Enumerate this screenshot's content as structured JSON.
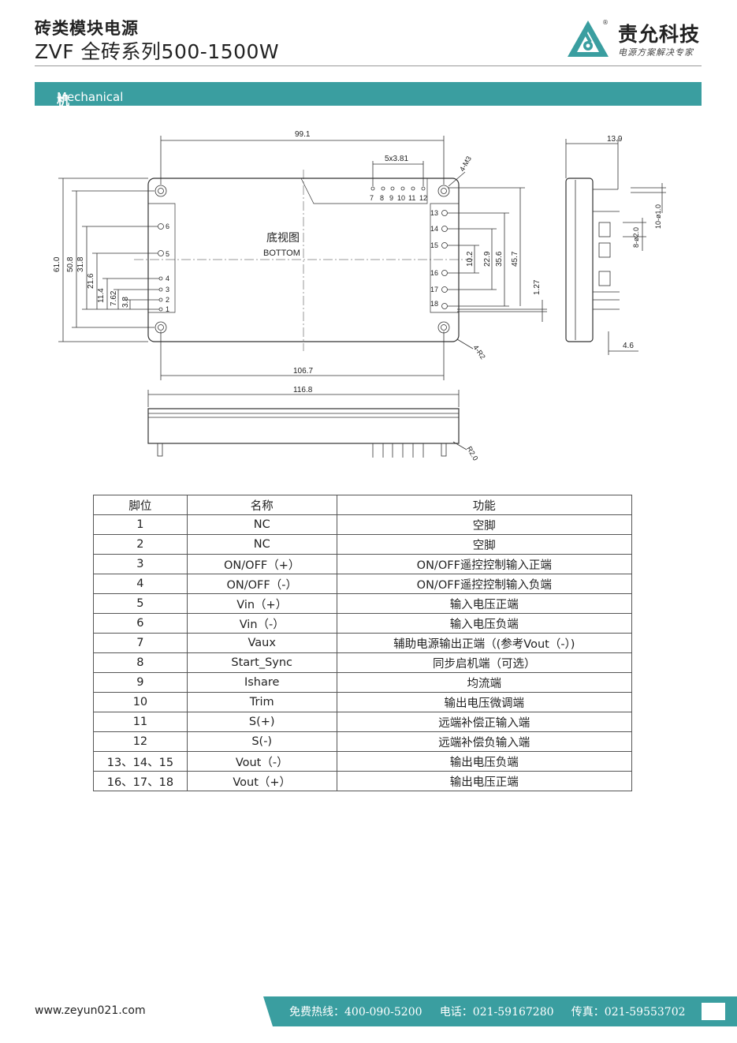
{
  "header": {
    "title_cn": "砖类模块电源",
    "title_model": "ZVF 全砖系列500-1500W",
    "brand": "责允科技",
    "slogan": "电源方案解决专家",
    "trademark": "®"
  },
  "section": {
    "title_cn": "机械尺寸图/",
    "title_en": "Mechanical Dimensions Figure"
  },
  "drawing": {
    "bottom_label_cn": "底视图",
    "bottom_label_en": "BOTTOM",
    "dims": {
      "width_outer": "99.1",
      "pin_pitch": "5x3.81",
      "mount_holes": "4-M3",
      "corner_radius": "4-R2",
      "hole_spacing": "106.7",
      "total_length": "116.8",
      "height_total": "61.0",
      "h_50_8": "50.8",
      "h_31_8": "31.8",
      "h_21_6": "21.6",
      "h_11_4": "11.4",
      "h_7_62": "7.62",
      "h_3_8": "3.8",
      "r_10_2": "10.2",
      "r_22_9": "22.9",
      "r_35_6": "35.6",
      "r_45_7": "45.7",
      "r_1_27": "1.27",
      "thickness": "13.9",
      "pin_d2": "8-ø2.0",
      "pin_d1": "10-ø1.0",
      "pin_len": "4.6",
      "side_radius": "R2.0"
    },
    "left_pins": [
      "6",
      "5",
      "4",
      "3",
      "2",
      "1"
    ],
    "right_pins": [
      "13",
      "14",
      "15",
      "16",
      "17",
      "18"
    ],
    "top_pins": [
      "7",
      "8",
      "9",
      "10",
      "11",
      "12"
    ]
  },
  "pin_table": {
    "headers": [
      "脚位",
      "名称",
      "功能"
    ],
    "rows": [
      {
        "pin": "1",
        "name": "NC",
        "func": "空脚"
      },
      {
        "pin": "2",
        "name": "NC",
        "func": "空脚"
      },
      {
        "pin": "3",
        "name": "ON/OFF（+）",
        "func": "ON/OFF遥控控制输入正端"
      },
      {
        "pin": "4",
        "name": "ON/OFF（-）",
        "func": "ON/OFF遥控控制输入负端"
      },
      {
        "pin": "5",
        "name": "Vin（+）",
        "func": "输入电压正端"
      },
      {
        "pin": "6",
        "name": "Vin（-）",
        "func": "输入电压负端"
      },
      {
        "pin": "7",
        "name": "Vaux",
        "func": "辅助电源输出正端（(参考Vout（-）)"
      },
      {
        "pin": "8",
        "name": "Start_Sync",
        "func": "同步启机端（可选）"
      },
      {
        "pin": "9",
        "name": "Ishare",
        "func": "均流端"
      },
      {
        "pin": "10",
        "name": "Trim",
        "func": "输出电压微调端"
      },
      {
        "pin": "11",
        "name": "S(+)",
        "func": "远端补偿正输入端"
      },
      {
        "pin": "12",
        "name": "S(-)",
        "func": "远端补偿负输入端"
      },
      {
        "pin": "13、14、15",
        "name": "Vout（-）",
        "func": "输出电压负端"
      },
      {
        "pin": "16、17、18",
        "name": "Vout（+）",
        "func": "输出电压正端"
      }
    ]
  },
  "footer": {
    "url": "www.zeyun021.com",
    "hotline": "免费热线：400-090-5200",
    "phone": "电话：021-59167280",
    "fax": "传真：021-59553702"
  },
  "colors": {
    "accent": "#3a9ea0",
    "footer_bar": "#3a9ea0"
  }
}
